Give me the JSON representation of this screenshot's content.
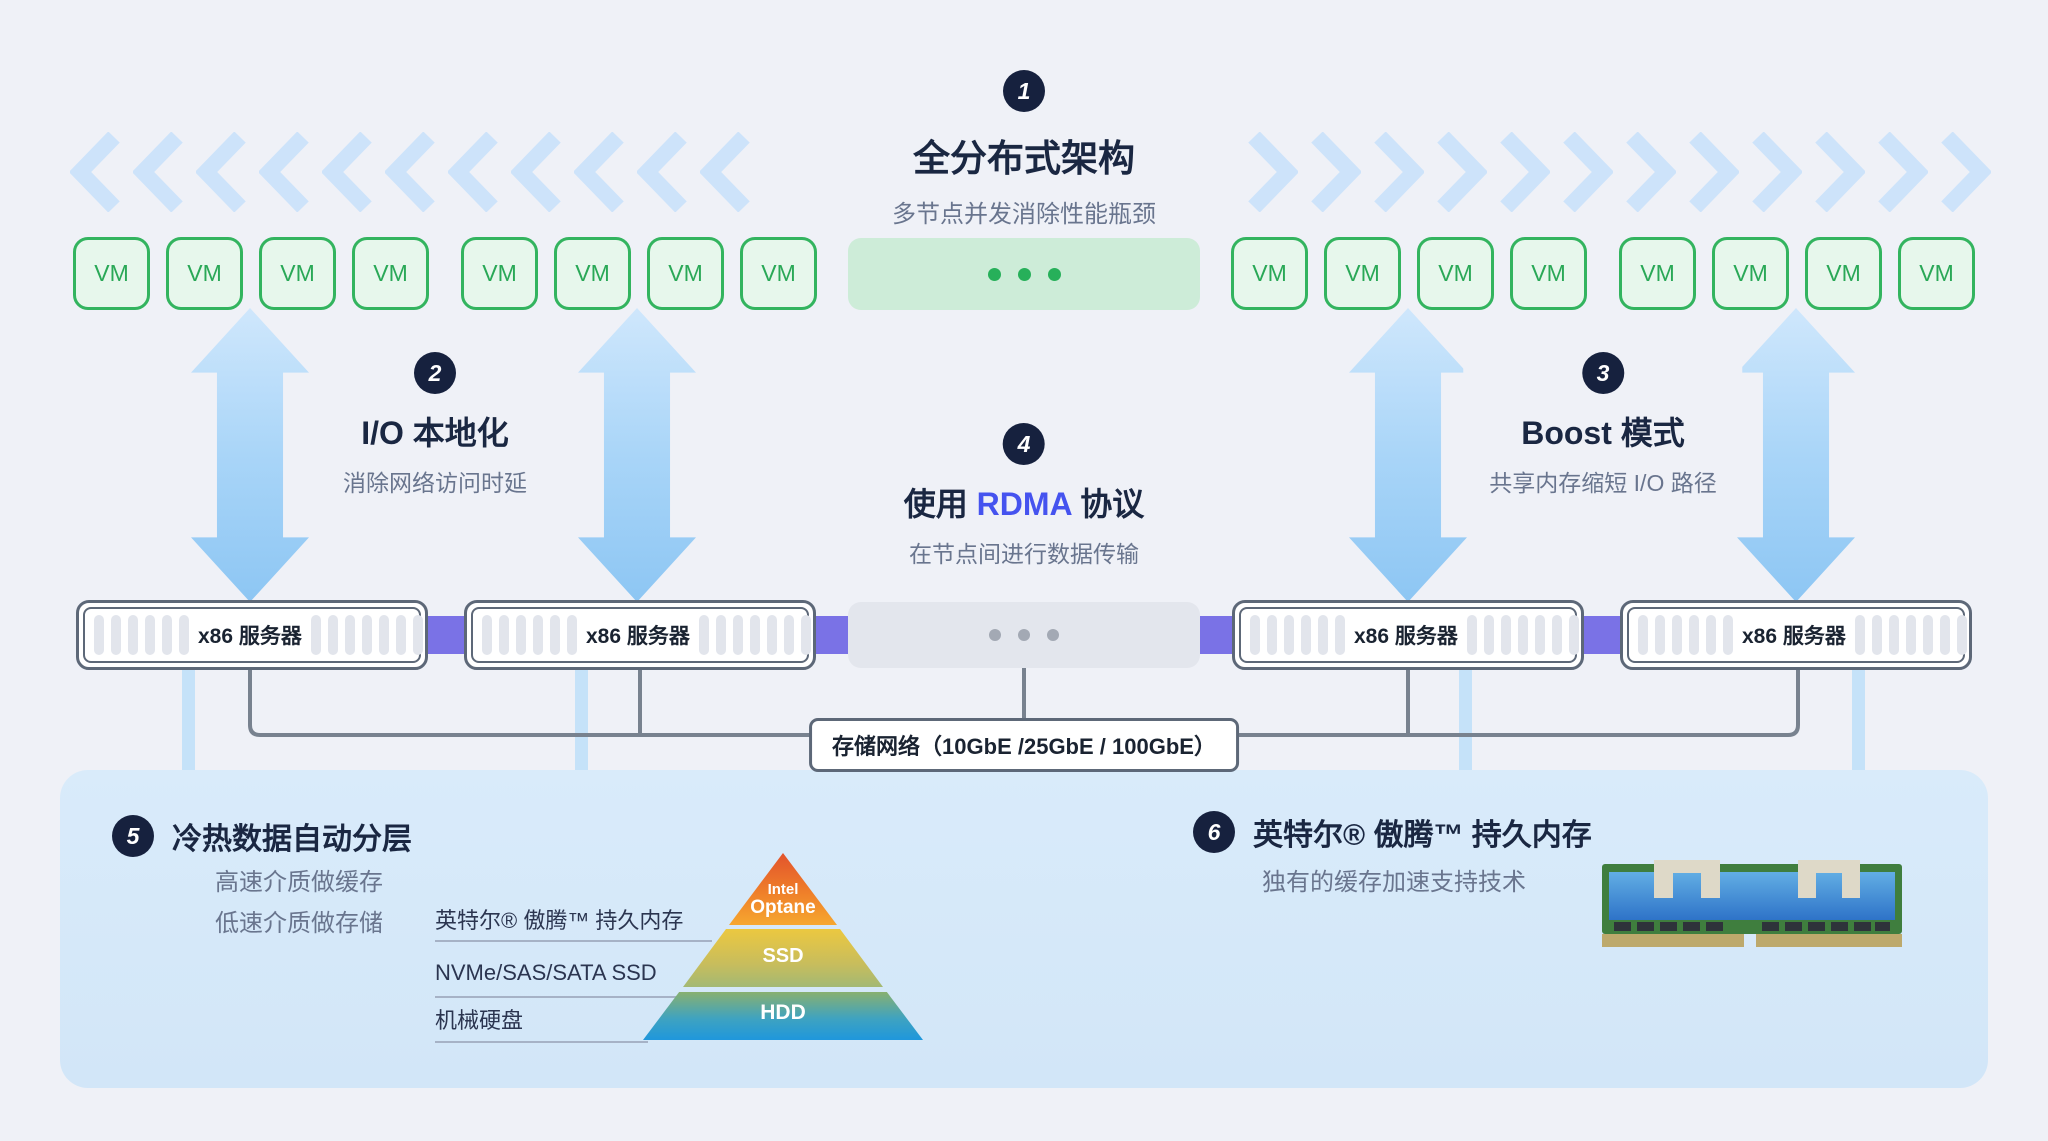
{
  "header": {
    "badge": "1",
    "title": "全分布式架构",
    "subtitle": "多节点并发消除性能瓶颈"
  },
  "vm": {
    "label": "VM"
  },
  "annotations": {
    "io": {
      "badge": "2",
      "title": "I/O 本地化",
      "subtitle": "消除网络访问时延"
    },
    "boost": {
      "badge": "3",
      "title": "Boost 模式",
      "subtitle": "共享内存缩短 I/O 路径"
    },
    "rdma": {
      "badge": "4",
      "title_prefix": "使用 ",
      "title_highlight": "RDMA",
      "title_suffix": " 协议",
      "subtitle": "在节点间进行数据传输"
    }
  },
  "servers": {
    "label": "x86 服务器"
  },
  "network": {
    "label": "存储网络（10GbE /25GbE / 100GbE）"
  },
  "tiering": {
    "badge": "5",
    "title": "冷热数据自动分层",
    "desc": [
      "高速介质做缓存",
      "低速介质做存储"
    ],
    "levels": [
      {
        "name": "英特尔® 傲腾™ 持久内存"
      },
      {
        "name": "NVMe/SAS/SATA SSD"
      },
      {
        "name": "机械硬盘"
      }
    ],
    "pyramid": [
      {
        "line1": "Intel",
        "line2": "Optane"
      },
      {
        "line1": "SSD"
      },
      {
        "line1": "HDD"
      }
    ]
  },
  "optane": {
    "badge": "6",
    "title": "英特尔® 傲腾™ 持久内存",
    "subtitle": "独有的缓存加速支持技术"
  },
  "colors": {
    "navy": "#16213e",
    "green": "#33b45f",
    "arrow_blue": "#9fd0f6",
    "chevron_blue": "#cde3fa",
    "purple": "#7a72e6",
    "rdma_blue": "#4553ef",
    "panel_blue": "#d7e9f9"
  }
}
